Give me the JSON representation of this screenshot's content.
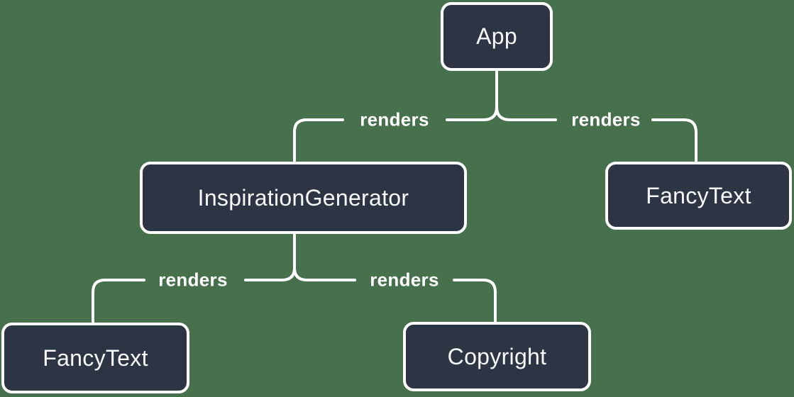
{
  "colors": {
    "background": "#47704D",
    "node_fill": "#2D3443",
    "node_border": "#FFFFFF",
    "connector_line": "#FFFFFF",
    "text": "#F7F8FA"
  },
  "nodes": [
    {
      "id": "app",
      "label": "App"
    },
    {
      "id": "inspiration-generator",
      "label": "InspirationGenerator"
    },
    {
      "id": "fancy-text-top",
      "label": "FancyText"
    },
    {
      "id": "fancy-text-bottom",
      "label": "FancyText"
    },
    {
      "id": "copyright",
      "label": "Copyright"
    }
  ],
  "edges": [
    {
      "from": "App",
      "to": "InspirationGenerator",
      "label": "renders"
    },
    {
      "from": "App",
      "to": "FancyText",
      "label": "renders"
    },
    {
      "from": "InspirationGenerator",
      "to": "FancyText",
      "label": "renders"
    },
    {
      "from": "InspirationGenerator",
      "to": "Copyright",
      "label": "renders"
    }
  ]
}
